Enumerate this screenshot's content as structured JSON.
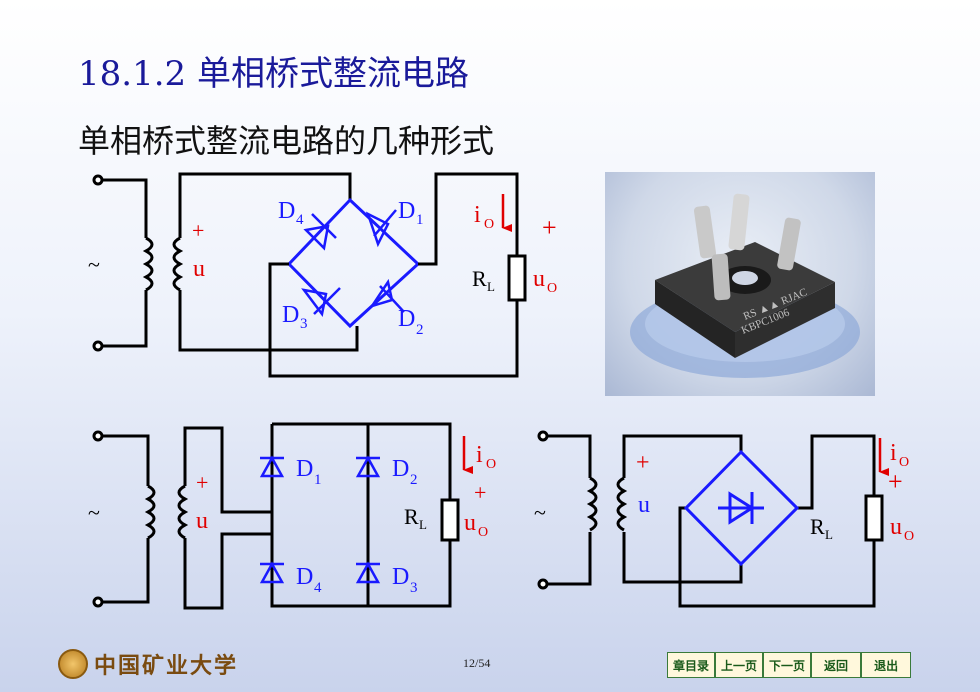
{
  "title": "18.1.2 单相桥式整流电路",
  "subtitle": "单相桥式整流电路的几种形式",
  "labels": {
    "tilde": "~",
    "plus": "+",
    "u": "u",
    "D": "D",
    "sub1": "1",
    "sub2": "2",
    "sub3": "3",
    "sub4": "4",
    "i": "i",
    "subO": "O",
    "R": "R",
    "subL": "L"
  },
  "photo": {
    "marking_line1": "RS ▲▲ RJAC",
    "marking_line2": "KBPC1006"
  },
  "logo": {
    "text": "中国矿业大学"
  },
  "page": {
    "number": "12/54"
  },
  "nav": {
    "toc": "章目录",
    "prev": "上一页",
    "next": "下一页",
    "back": "返回",
    "exit": "退出"
  },
  "colors": {
    "wire": "#000000",
    "bridge": "#1a1aff",
    "accent": "#e00000",
    "title": "#1a1a9a"
  }
}
